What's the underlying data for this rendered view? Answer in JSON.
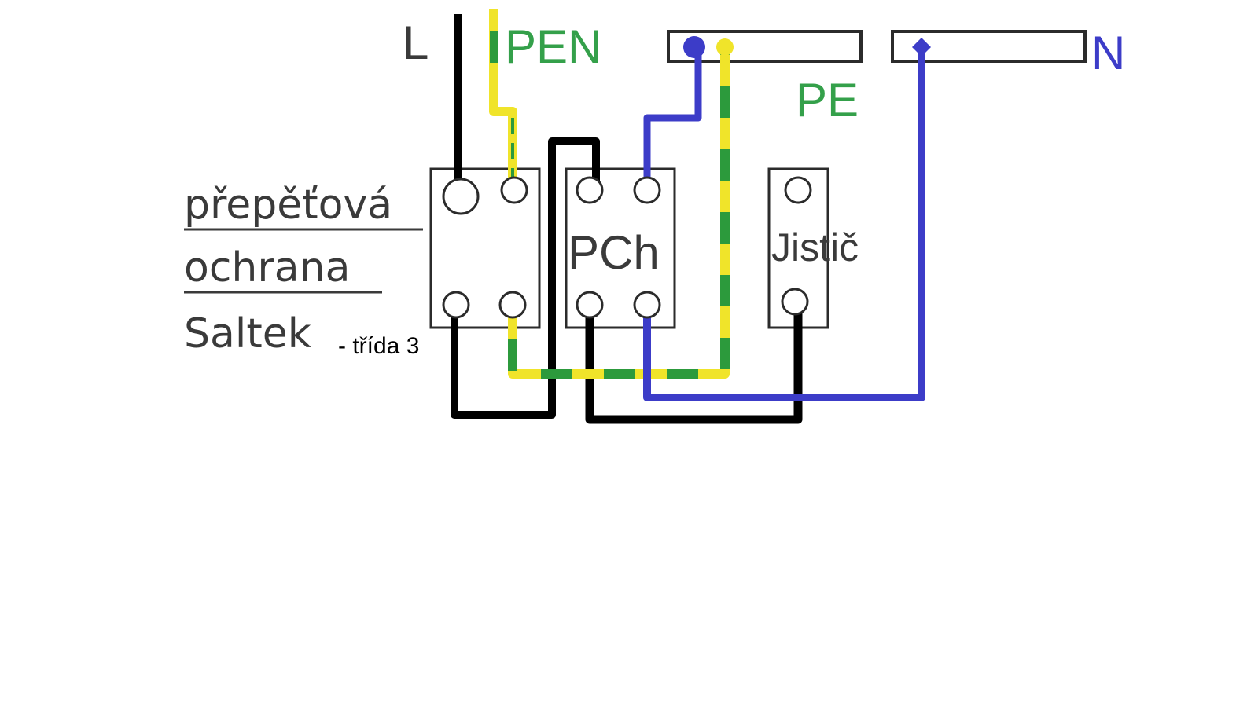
{
  "labels": {
    "line": "L",
    "pen": "PEN",
    "pe": "PE",
    "neutral": "N",
    "spd_line1": "přepěťová",
    "spd_line2": "ochrana",
    "spd_line3": "Saltek",
    "spd_class": "- třída 3",
    "device_pch": "PCh",
    "device_breaker": "Jistič"
  },
  "colors": {
    "line": "#000000",
    "neutral": "#3c3cc8",
    "pe_yellow": "#f0e42a",
    "pe_green": "#2c9a3c",
    "label_dark": "#3a3a3a",
    "label_neutral": "#3c3cc8",
    "label_pe": "#34a04a"
  }
}
